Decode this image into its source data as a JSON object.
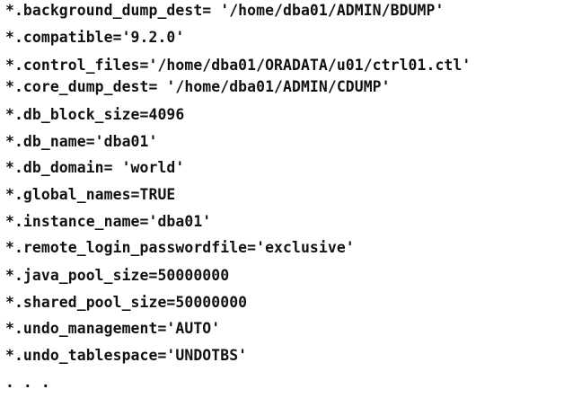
{
  "document": {
    "lines": [
      "*.background_dump_dest= '/home/dba01/ADMIN/BDUMP'",
      "*.compatible='9.2.0'",
      "*.control_files='/home/dba01/ORADATA/u01/ctrl01.ctl'",
      "*.core_dump_dest= '/home/dba01/ADMIN/CDUMP'",
      "*.db_block_size=4096",
      "*.db_name='dba01'",
      "*.db_domain= 'world'",
      "*.global_names=TRUE",
      "*.instance_name='dba01'",
      "*.remote_login_passwordfile='exclusive'",
      "*.java_pool_size=50000000",
      "*.shared_pool_size=50000000",
      "*.undo_management='AUTO'",
      "*.undo_tablespace='UNDOTBS'",
      ". . ."
    ]
  }
}
